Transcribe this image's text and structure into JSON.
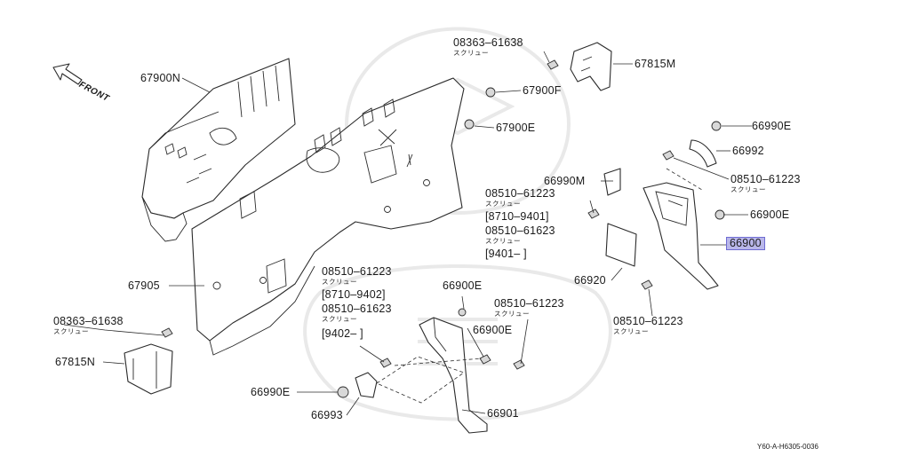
{
  "diagram": {
    "direction_label": "FRONT",
    "reference_code": "Y60-A-H6305-0036",
    "watermark": "logo-watermark",
    "highlight_color": "#b9b7ea",
    "callouts": {
      "c67900N": "67900N",
      "c08363_top": "08363–61638",
      "c08363_top_sub": "スクリュー",
      "c67815M": "67815M",
      "c67900F": "67900F",
      "c67900E_top": "67900E",
      "c66990E_right": "66990E",
      "c66992": "66992",
      "c08510_r1": "08510–61223",
      "c08510_r1_sub": "スクリュー",
      "c66990M": "66990M",
      "c08510_mid": "08510–61223",
      "c08510_mid_sub": "スクリュー",
      "c8710_9401": "[8710–9401]",
      "c08510_61623_mid": "08510–61623",
      "c08510_61623_mid_sub": "スクリュー",
      "c9401": "[9401–      ]",
      "c66900E_right": "66900E",
      "c66900_hl": "66900",
      "c66920": "66920",
      "c08510_r2": "08510–61223",
      "c08510_r2_sub": "スクリュー",
      "c67905": "67905",
      "c08510_left": "08510–61223",
      "c08510_left_sub": "スクリュー",
      "c8710_9402": "[8710–9402]",
      "c08510_61623_left": "08510–61623",
      "c08510_61623_left_sub": "スクリュー",
      "c9402": "[9402–        ]",
      "c66900E_a": "66900E",
      "c66900E_b": "66900E",
      "c08510_c": "08510–61223",
      "c08510_c_sub": "スクリュー",
      "c08363_left": "08363–61638",
      "c08363_left_sub": "スクリュー",
      "c67815N": "67815N",
      "c66990E_left": "66990E",
      "c66993": "66993",
      "c66901": "66901"
    }
  }
}
